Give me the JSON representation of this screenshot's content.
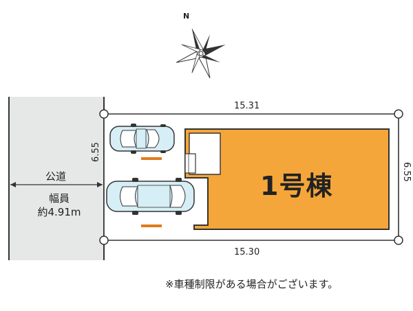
{
  "plan": {
    "north_label": "N",
    "dims": {
      "top": "15.31",
      "bottom": "15.30",
      "left": "6.55",
      "right": "6.55"
    },
    "building_label": "1号棟",
    "road": {
      "name": "公道",
      "width_label": "幅員",
      "width_value": "約4.91m"
    },
    "parking_count": 2,
    "note": "※車種制限がある場合がございます。"
  },
  "colors": {
    "building_fill": "#f5a63a",
    "road_fill": "#e6e7e7",
    "car_body": "#d6eef5",
    "parking_stop": "#e07b1a",
    "outline": "#333333"
  }
}
